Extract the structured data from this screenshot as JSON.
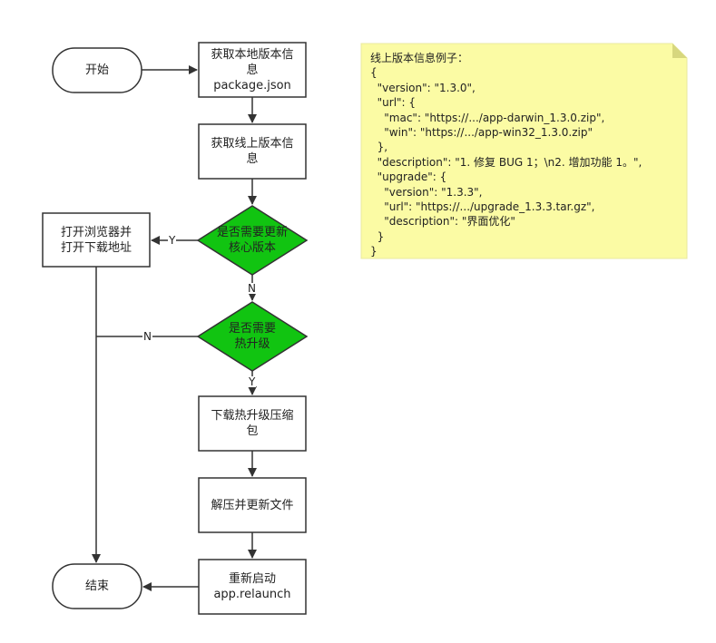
{
  "nodes": {
    "start": "开始",
    "get_local": "获取本地版本信\n息\npackage.json",
    "get_online": "获取线上版本信\n息",
    "need_core_update": "是否需要更新\n核心版本",
    "open_browser": "打开浏览器并\n打开下载地址",
    "need_hot_update": "是否需要\n热升级",
    "download_hot": "下载热升级压缩\n包",
    "unzip_update": "解压并更新文件",
    "restart": "重新启动\napp.relaunch",
    "end": "结束"
  },
  "edges": {
    "core_yes": "Y",
    "core_no": "N",
    "hot_no": "N",
    "hot_yes": "Y"
  },
  "note": {
    "text": "线上版本信息例子：\n{\n  \"version\": \"1.3.0\",\n  \"url\": {\n    \"mac\": \"https://.../app-darwin_1.3.0.zip\",\n    \"win\": \"https://.../app-win32_1.3.0.zip\"\n  },\n  \"description\": \"1. 修复 BUG 1；\\n2. 增加功能 1。\",\n  \"upgrade\": {\n    \"version\": \"1.3.3\",\n    \"url\": \"https://.../upgrade_1.3.3.tar.gz\",\n    \"description\": \"界面优化\"\n  }\n}"
  },
  "colors": {
    "decision_fill": "#11c411",
    "note_fill": "#fbfba4",
    "note_fold": "#d7d77e",
    "stroke": "#333333"
  }
}
